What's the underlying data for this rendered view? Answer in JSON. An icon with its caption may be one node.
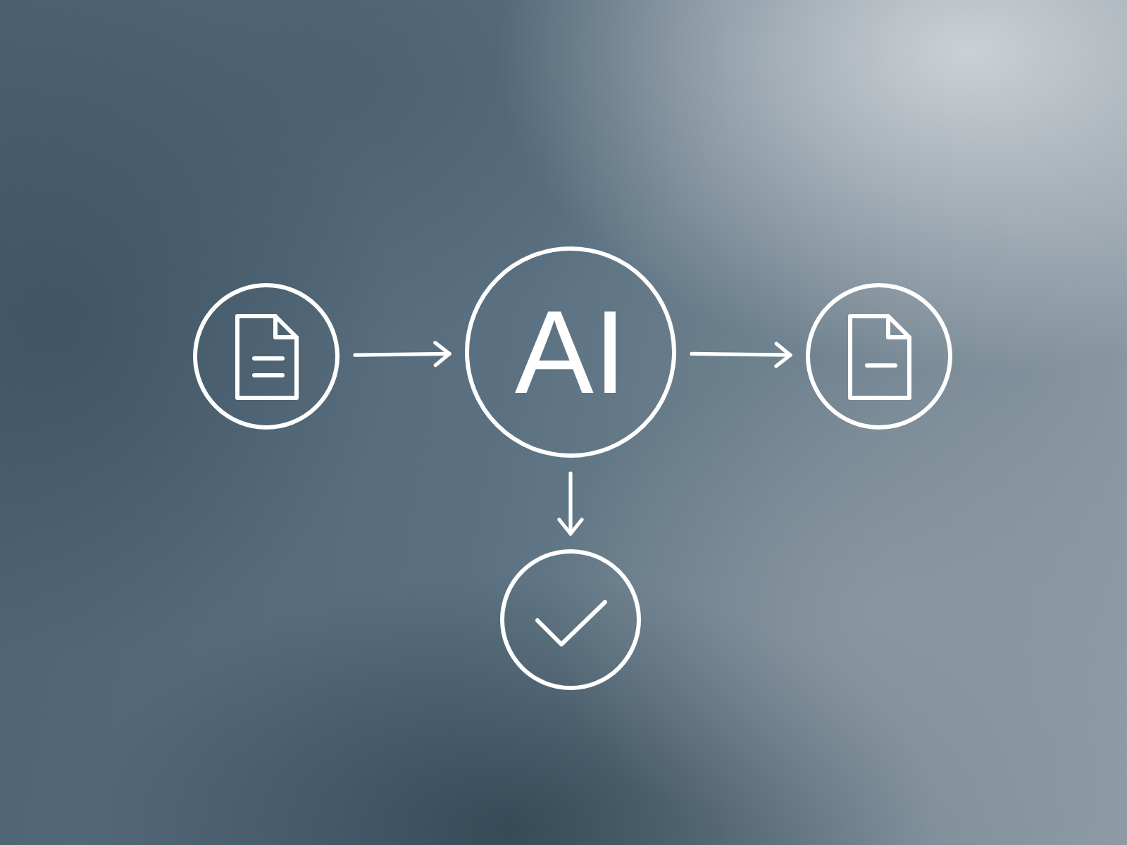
{
  "diagram": {
    "nodes": [
      {
        "text": [],
        "shape": "circle"
      },
      {
        "text": [
          "AI"
        ]
      },
      {
        "text": [],
        "shape": "circle"
      },
      {
        "text": [],
        "shape": "circle"
      }
    ],
    "edges": [
      {
        "from": 0,
        "to": 1,
        "arrow": "to"
      },
      {
        "from": 1,
        "to": 2,
        "arrow": "to"
      },
      {
        "from": 1,
        "to": 3,
        "arrow": "to"
      }
    ]
  }
}
